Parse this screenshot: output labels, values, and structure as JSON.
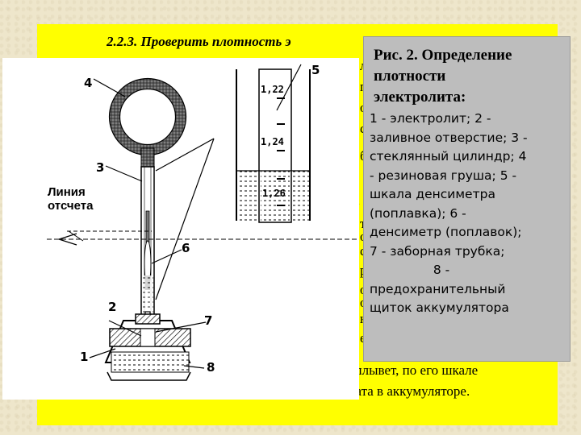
{
  "slide": {
    "heading": "2.2.3. Проверить плотность э",
    "body_fragments": [
      "л",
      "п",
      "о",
      "с",
      "б",
      "е",
      "т",
      "о",
      "с",
      "р",
      "о",
      "о",
      "ю",
      "е",
      "сплывет, по его шкале",
      "р",
      "рата в аккумуляторе."
    ]
  },
  "diagram": {
    "labels": {
      "n1": "1",
      "n2": "2",
      "n3": "3",
      "n4": "4",
      "n5": "5",
      "n6": "6",
      "n7": "7",
      "n8": "8",
      "reference_line_1": "Линия",
      "reference_line_2": "отсчета"
    },
    "scale_values": [
      "1,22",
      "1,24",
      "1,26"
    ]
  },
  "caption": {
    "title_lines": [
      "Рис. 2. Определение",
      "плотности",
      "электролита:"
    ],
    "body_lines": [
      "1 - электролит; 2 -",
      "заливное отверстие; 3 -",
      "стеклянный цилиндр; 4",
      "- резиновая груша; 5 -",
      "шкала денсиметра",
      "(поплавка); 6 -",
      "денсиметр (поплавок);",
      "7 - заборная трубка;",
      "                8 -",
      "предохранительный",
      "щиток аккумулятора"
    ]
  }
}
